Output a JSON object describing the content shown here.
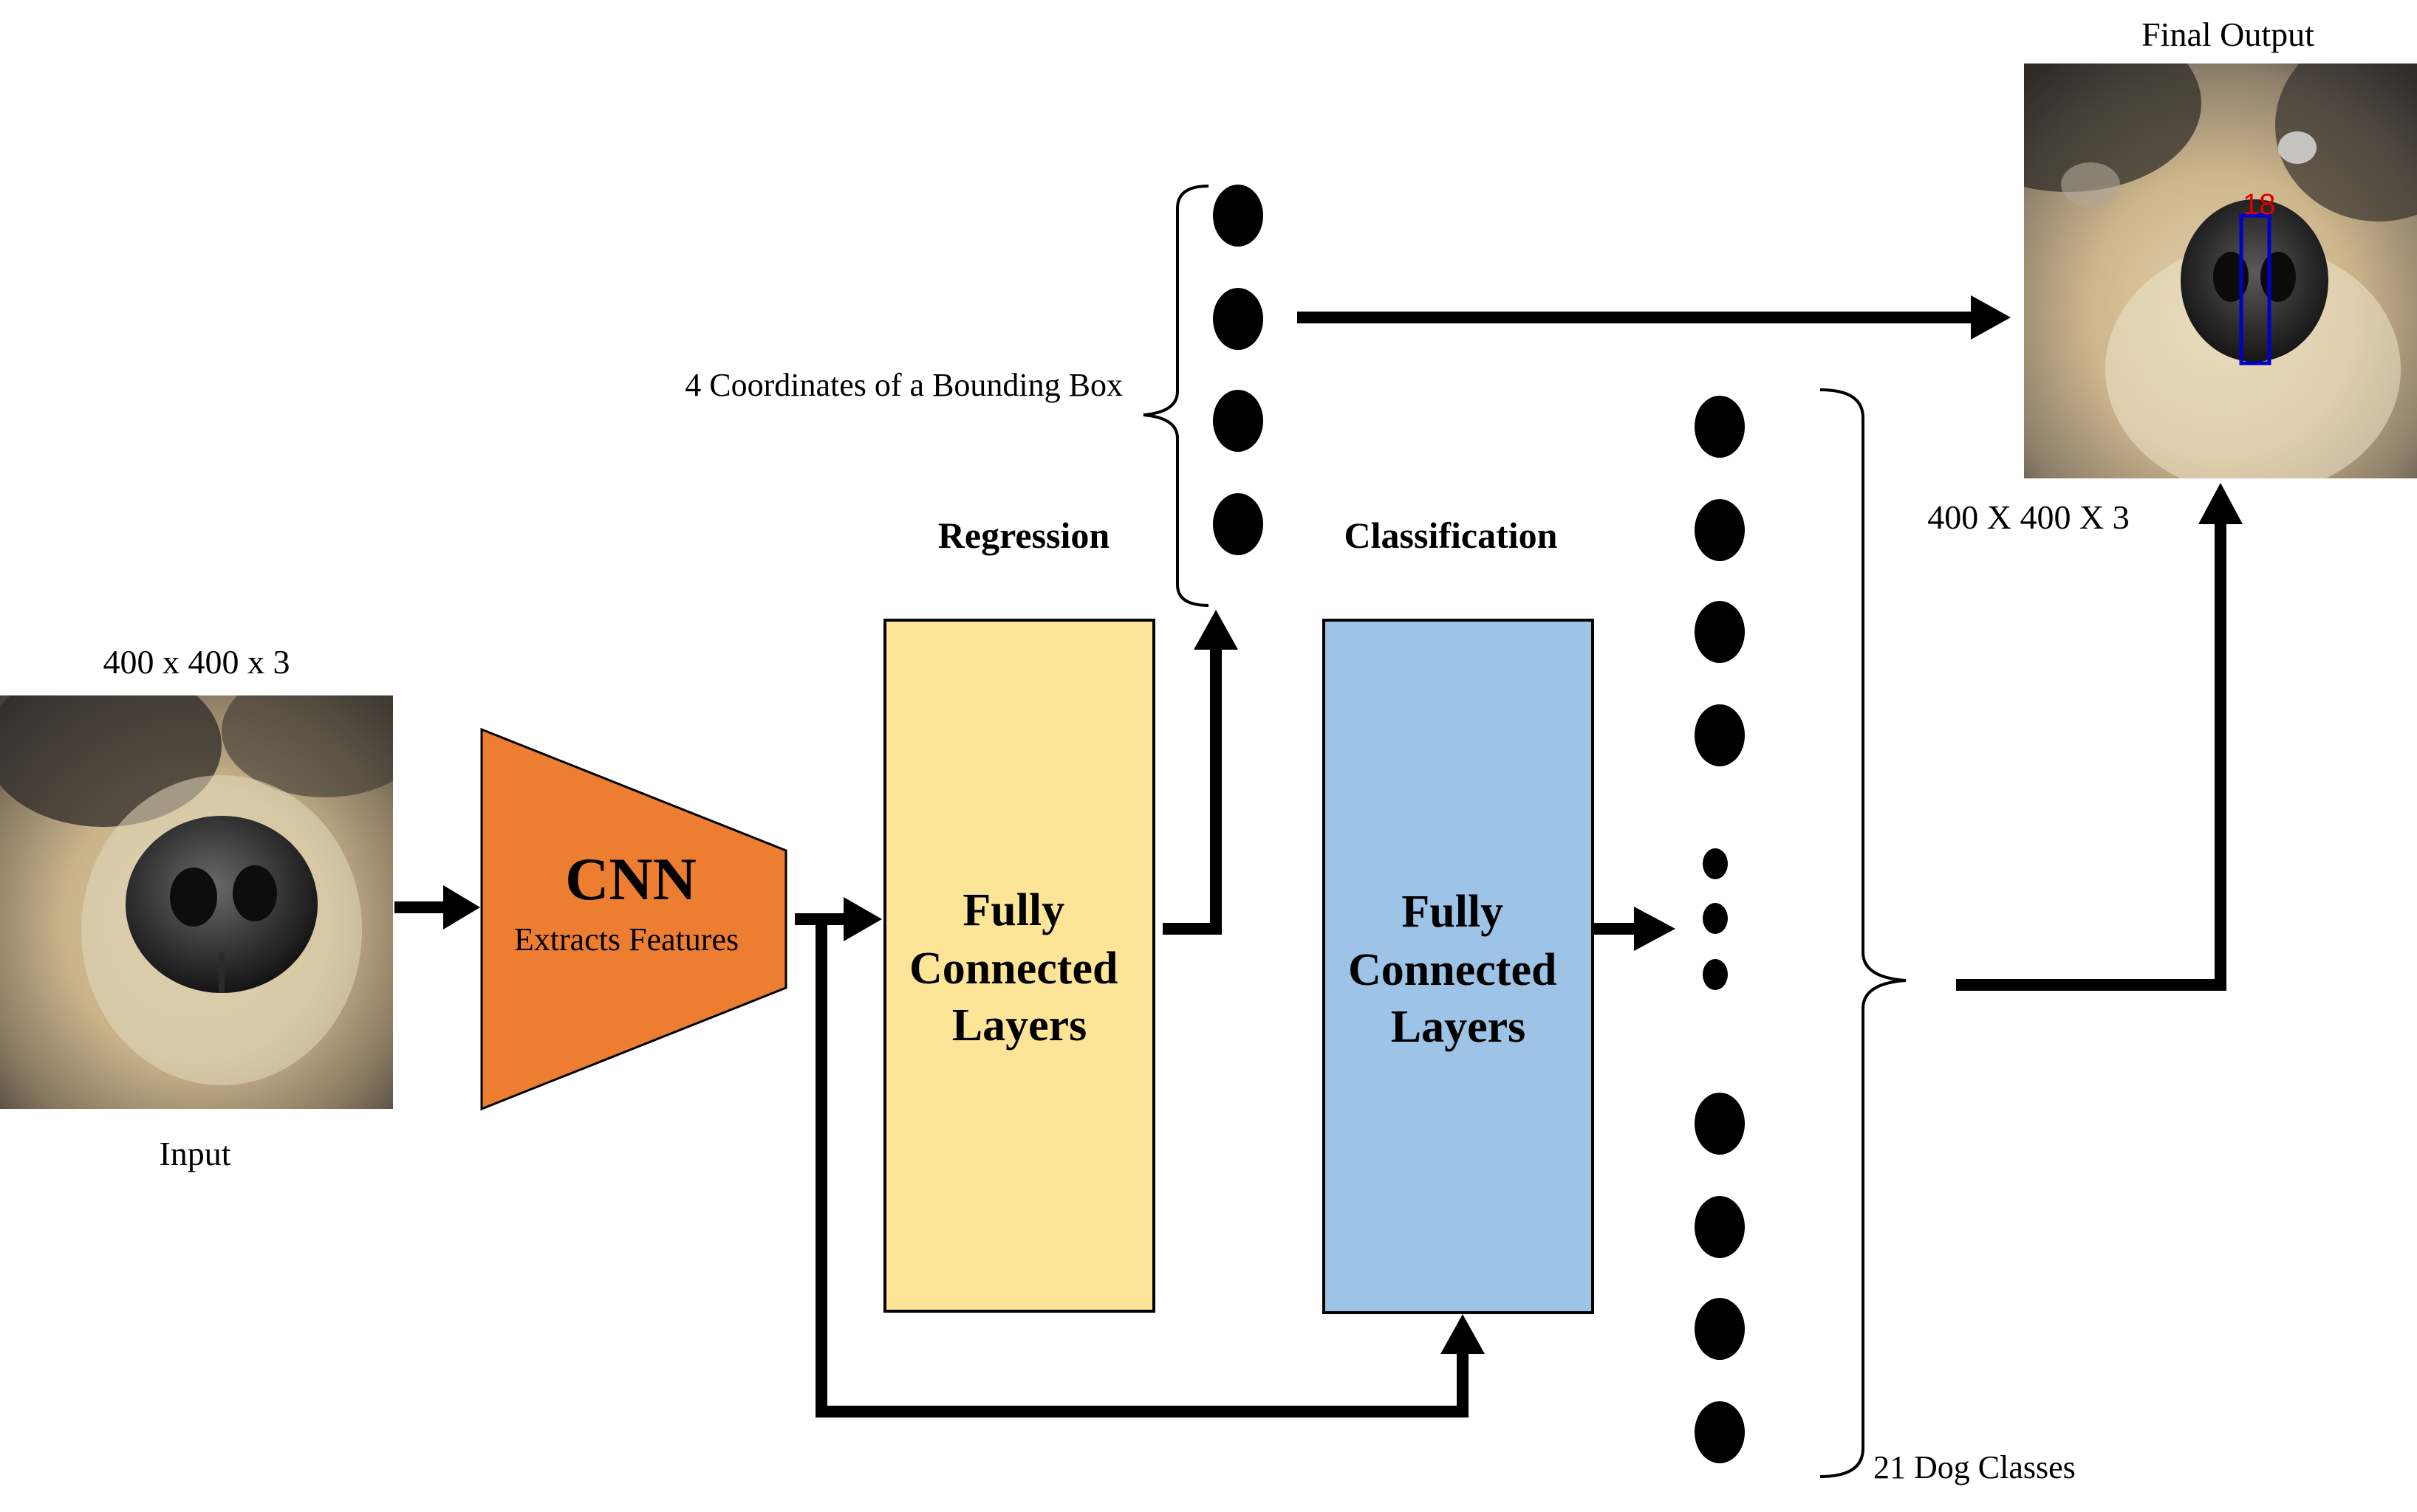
{
  "colors": {
    "cnn_fill": "#ED7D31",
    "regression_fc_fill": "#FDE598",
    "classification_fc_fill": "#9DC3E6",
    "ink": "#000000",
    "detection_box": "#0000CC",
    "detection_label": "#E00000"
  },
  "input": {
    "size_label": "400 x 400 x 3",
    "caption": "Input",
    "image_subject": "close-up photo of a dog's nose"
  },
  "cnn": {
    "title": "CNN",
    "subtitle": "Extracts Features"
  },
  "regression": {
    "heading": "Regression",
    "fc_label_lines": [
      "Fully",
      "Connected",
      "Layers"
    ],
    "outputs_label": "4 Coordinates of a Bounding Box"
  },
  "classification": {
    "heading": "Classification",
    "fc_label_lines": [
      "Fully",
      "Connected",
      "Layers"
    ],
    "outputs_label": "21 Dog Classes"
  },
  "output": {
    "title": "Final Output",
    "size_label": "400 X 400 X 3",
    "detection_label": "18",
    "image_subject": "dog's nose with a blue bounding box and red class id"
  }
}
